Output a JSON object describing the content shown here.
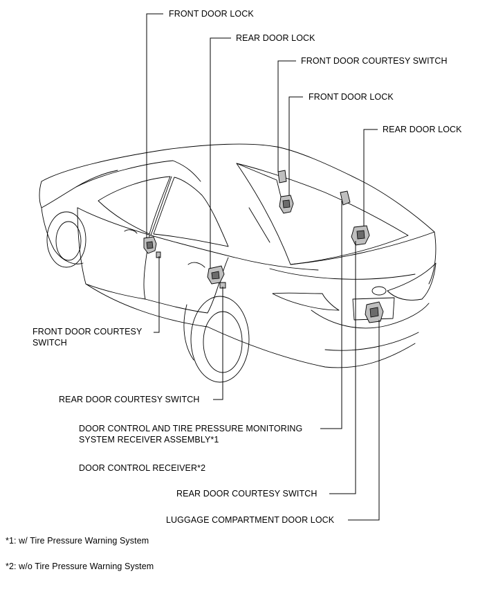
{
  "labels": {
    "front_door_lock_left": "FRONT DOOR LOCK",
    "rear_door_lock_left": "REAR DOOR LOCK",
    "front_door_courtesy_switch_right": "FRONT DOOR COURTESY SWITCH",
    "front_door_lock_right": "FRONT DOOR LOCK",
    "rear_door_lock_right": "REAR DOOR LOCK",
    "front_door_courtesy_switch_left_1": "FRONT DOOR COURTESY",
    "front_door_courtesy_switch_left_2": "SWITCH",
    "rear_door_courtesy_switch_left": "REAR DOOR COURTESY SWITCH",
    "door_control_tpms_receiver_1": "DOOR CONTROL AND TIRE PRESSURE MONITORING",
    "door_control_tpms_receiver_2": "SYSTEM RECEIVER ASSEMBLY*1",
    "door_control_receiver": "DOOR CONTROL RECEIVER*2",
    "rear_door_courtesy_switch_right": "REAR DOOR COURTESY SWITCH",
    "luggage_compartment_door_lock": "LUGGAGE COMPARTMENT DOOR LOCK"
  },
  "footnotes": {
    "note1": "*1: w/ Tire Pressure Warning System",
    "note2": "*2: w/o Tire Pressure Warning System"
  }
}
